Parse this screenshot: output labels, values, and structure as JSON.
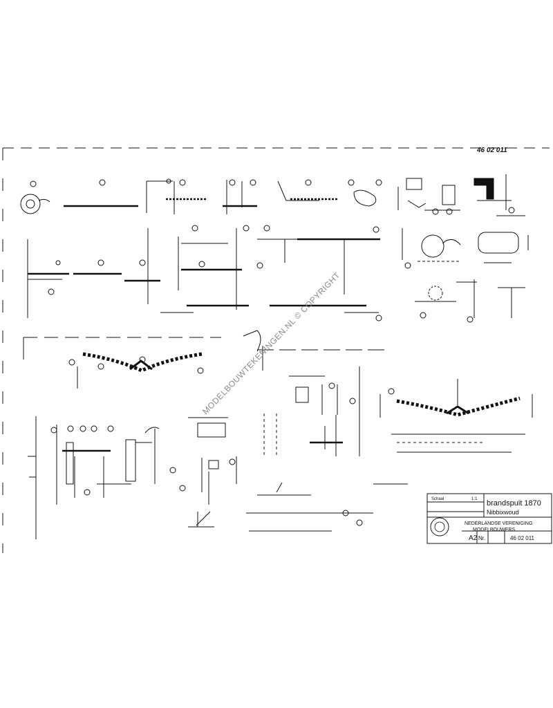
{
  "drawing_number_top": "46 02 011",
  "title_block": {
    "scale_label": "Schaal",
    "scale_value": "1:1",
    "title_line1": "brandspuit 1870",
    "title_line2": "Nibbixwoud",
    "organisation_line1": "NEDERLANDSE VERENIGING",
    "organisation_line2": "MODELBOUWERS",
    "format": "A2",
    "nr_label": "Nr.",
    "drawing_number": "46 02 011"
  },
  "watermark": "MODELBOUWTEKENINGEN.NL © COPYRIGHT"
}
